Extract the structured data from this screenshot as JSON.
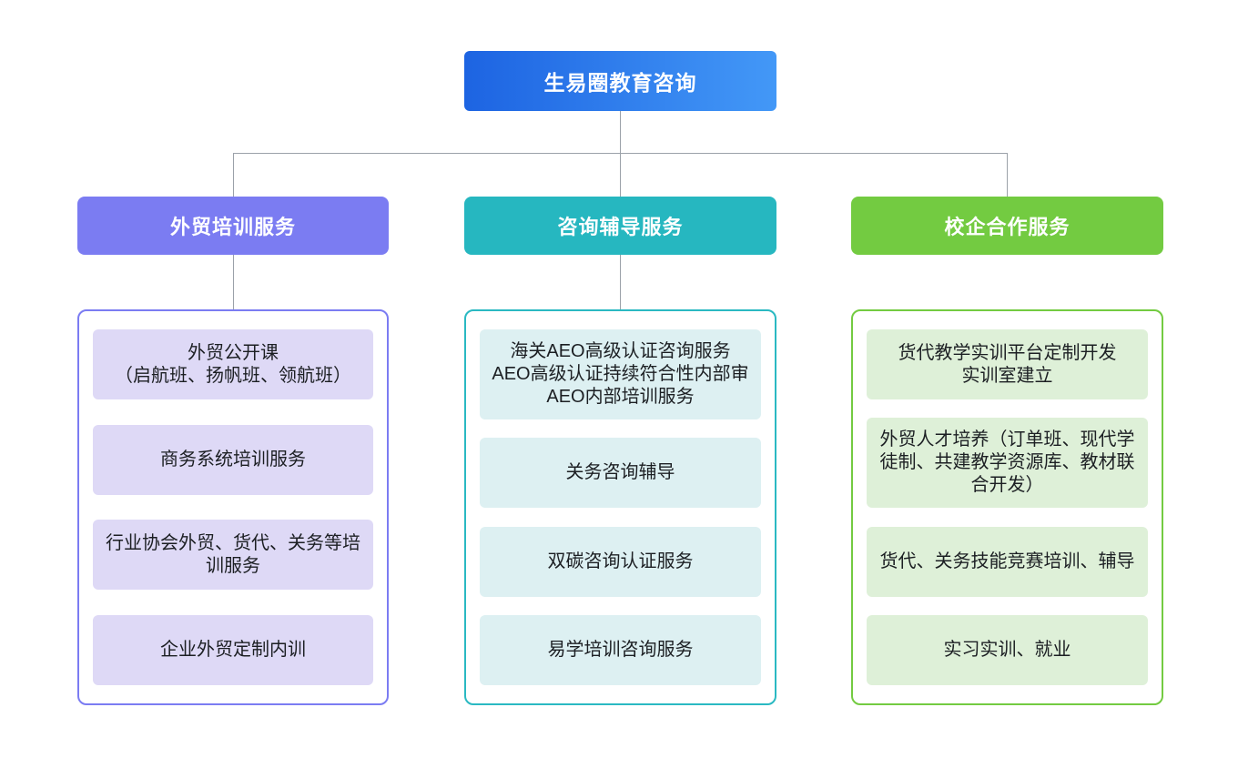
{
  "root": {
    "label": "生易圈教育咨询",
    "gradient_from": "#1d64e2",
    "gradient_to": "#4398f7"
  },
  "connector_color": "#9ba1a9",
  "branches": [
    {
      "label": "外贸培训服务",
      "header_color": "#7b7cf2",
      "item_bg": "#ded9f6",
      "items": [
        "外贸公开课\n（启航班、扬帆班、领航班）",
        "商务系统培训服务",
        "行业协会外贸、货代、关务等培训服务",
        "企业外贸定制内训"
      ]
    },
    {
      "label": "咨询辅导服务",
      "header_color": "#26b7c0",
      "item_bg": "#ddf0f2",
      "items": [
        "海关AEO高级认证咨询服务\nAEO高级认证持续符合性内部审\nAEO内部培训服务",
        "关务咨询辅导",
        "双碳咨询认证服务",
        "易学培训咨询服务"
      ]
    },
    {
      "label": "校企合作服务",
      "header_color": "#73cb41",
      "item_bg": "#def0d8",
      "items": [
        "货代教学实训平台定制开发\n实训室建立",
        "外贸人才培养（订单班、现代学徒制、共建教学资源库、教材联合开发）",
        "货代、关务技能竞赛培训、辅导",
        "实习实训、就业"
      ]
    }
  ]
}
